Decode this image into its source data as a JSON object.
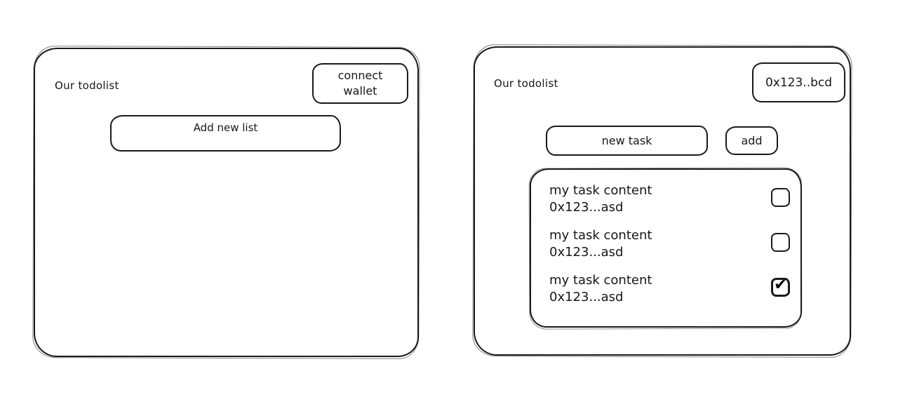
{
  "icons": {
    "check_glyph": "✔"
  },
  "left_panel": {
    "title": "Our todolist",
    "connect_wallet_label": "connect\nwallet",
    "add_new_list_label": "Add new list"
  },
  "right_panel": {
    "title": "Our todolist",
    "wallet_address": "0x123..bcd",
    "new_task_placeholder": "new task",
    "add_button_label": "add",
    "tasks": [
      {
        "content": "my task content",
        "address": "0x123...asd",
        "checked": false
      },
      {
        "content": "my task content",
        "address": "0x123...asd",
        "checked": false
      },
      {
        "content": "my task content",
        "address": "0x123...asd",
        "checked": true
      }
    ]
  }
}
